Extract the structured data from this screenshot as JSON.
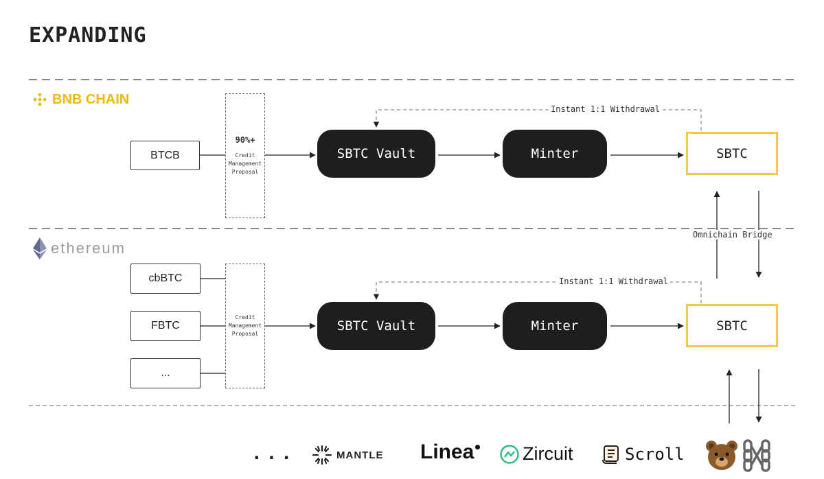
{
  "title": "EXPANDING",
  "bnb": {
    "logo_text": "BNB CHAIN",
    "source": "BTCB",
    "proposal_pct": "90%+",
    "proposal_lines": [
      "Credit",
      "Management",
      "Proposal"
    ],
    "vault": "SBTC Vault",
    "minter": "Minter",
    "sbtc": "SBTC",
    "withdrawal": "Instant 1:1 Withdrawal"
  },
  "ethereum": {
    "logo_text": "ethereum",
    "sources": [
      "cbBTC",
      "FBTC",
      "..."
    ],
    "proposal_lines": [
      "Credit",
      "Management",
      "Proposal"
    ],
    "vault": "SBTC Vault",
    "minter": "Minter",
    "sbtc": "SBTC",
    "withdrawal": "Instant 1:1 Withdrawal"
  },
  "bridge_label": "Omnichain Bridge",
  "chains": {
    "ellipsis": "...",
    "mantle": "MANTLE",
    "linea": "Linea",
    "zircuit": "Zircuit",
    "scroll": "Scroll"
  },
  "colors": {
    "accent": "#f2c94c",
    "bnb": "#f0b90b",
    "dark": "#1e1e1e"
  }
}
